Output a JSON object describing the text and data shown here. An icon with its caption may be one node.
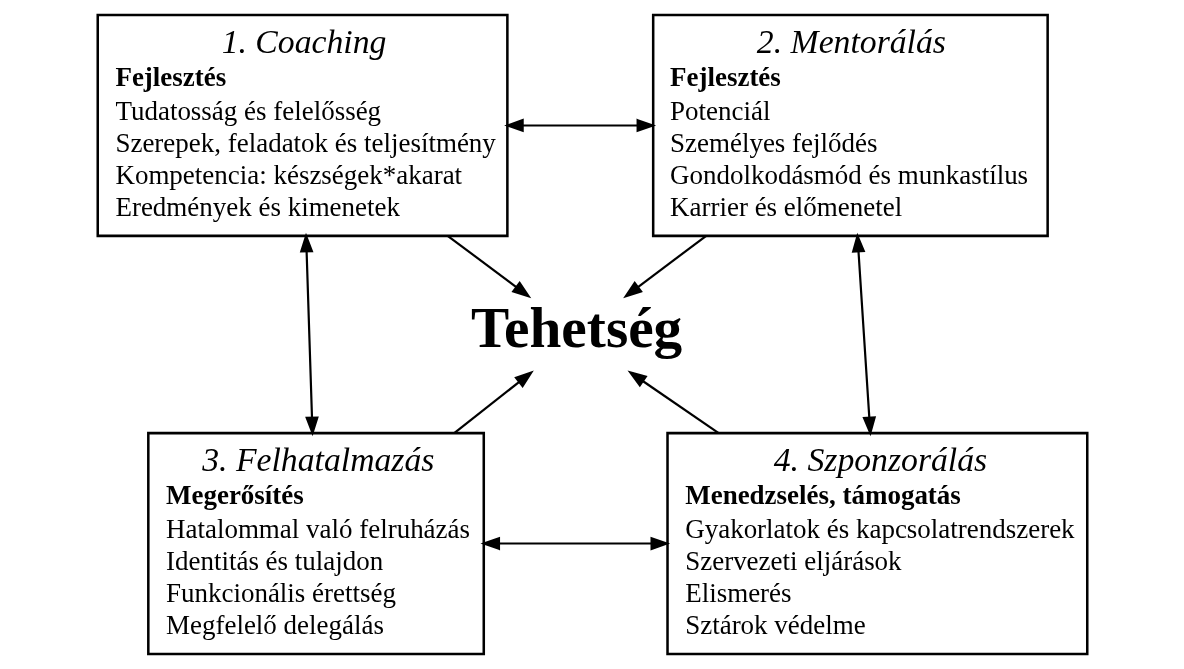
{
  "diagram": {
    "nodes": [
      {
        "text": [
          "1. Coaching",
          "Fejlesztés",
          "Tudatosság és felelősség",
          "Szerepek, feladatok és teljesítmény",
          "Kompetencia: készségek*akarat",
          "Eredmények és kimenetek"
        ]
      },
      {
        "text": [
          "2. Mentorálás",
          "Fejlesztés",
          "Potenciál",
          "Személyes fejlődés",
          "Gondolkodásmód és munkastílus",
          "Karrier és előmenetel"
        ]
      },
      {
        "text": [
          "Tehetség"
        ]
      },
      {
        "text": [
          "3. Felhatalmazás",
          "Megerősítés",
          "Hatalommal való felruházás",
          "Identitás és tulajdon",
          "Funkcionális érettség",
          "Megfelelő delegálás"
        ]
      },
      {
        "text": [
          "4. Szponzorálás",
          "Menedzselés, támogatás",
          "Gyakorlatok és kapcsolatrendszerek",
          "Szervezeti eljárások",
          "Elismerés",
          "Sztárok védelme"
        ]
      }
    ],
    "edges": [
      {
        "from": 0,
        "to": 1,
        "arrow": "both"
      },
      {
        "from": 0,
        "to": 2,
        "arrow": "to"
      },
      {
        "from": 1,
        "to": 2,
        "arrow": "to"
      },
      {
        "from": 0,
        "to": 3,
        "arrow": "both"
      },
      {
        "from": 1,
        "to": 4,
        "arrow": "both"
      },
      {
        "from": 3,
        "to": 2,
        "arrow": "to"
      },
      {
        "from": 4,
        "to": 2,
        "arrow": "to"
      },
      {
        "from": 3,
        "to": 4,
        "arrow": "both"
      }
    ]
  }
}
